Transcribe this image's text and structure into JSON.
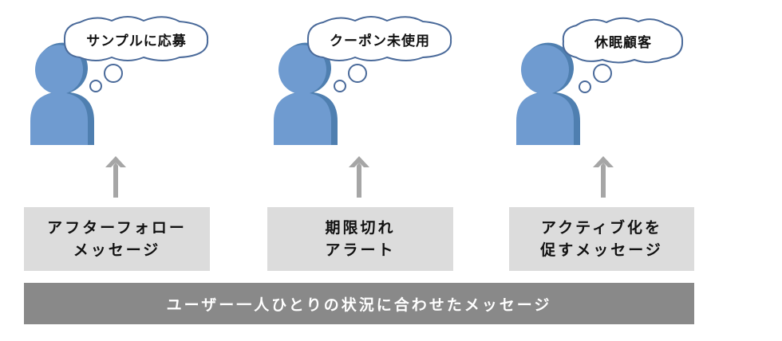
{
  "columns": [
    {
      "thought": "サンプルに応募",
      "message_line1": "アフターフォロー",
      "message_line2": "メッセージ"
    },
    {
      "thought": "クーポン未使用",
      "message_line1": "期限切れ",
      "message_line2": "アラート"
    },
    {
      "thought": "休眠顧客",
      "message_line1": "アクティブ化を",
      "message_line2": "促すメッセージ"
    }
  ],
  "footer": "ユーザー一人ひとりの状況に合わせたメッセージ",
  "colors": {
    "person": "#6f9bd0",
    "person_shadow": "#4f7fb0",
    "cloud_stroke": "#4a6a9a",
    "arrow": "#a6a6a6",
    "box": "#dcdcdc",
    "bar": "#898989"
  }
}
